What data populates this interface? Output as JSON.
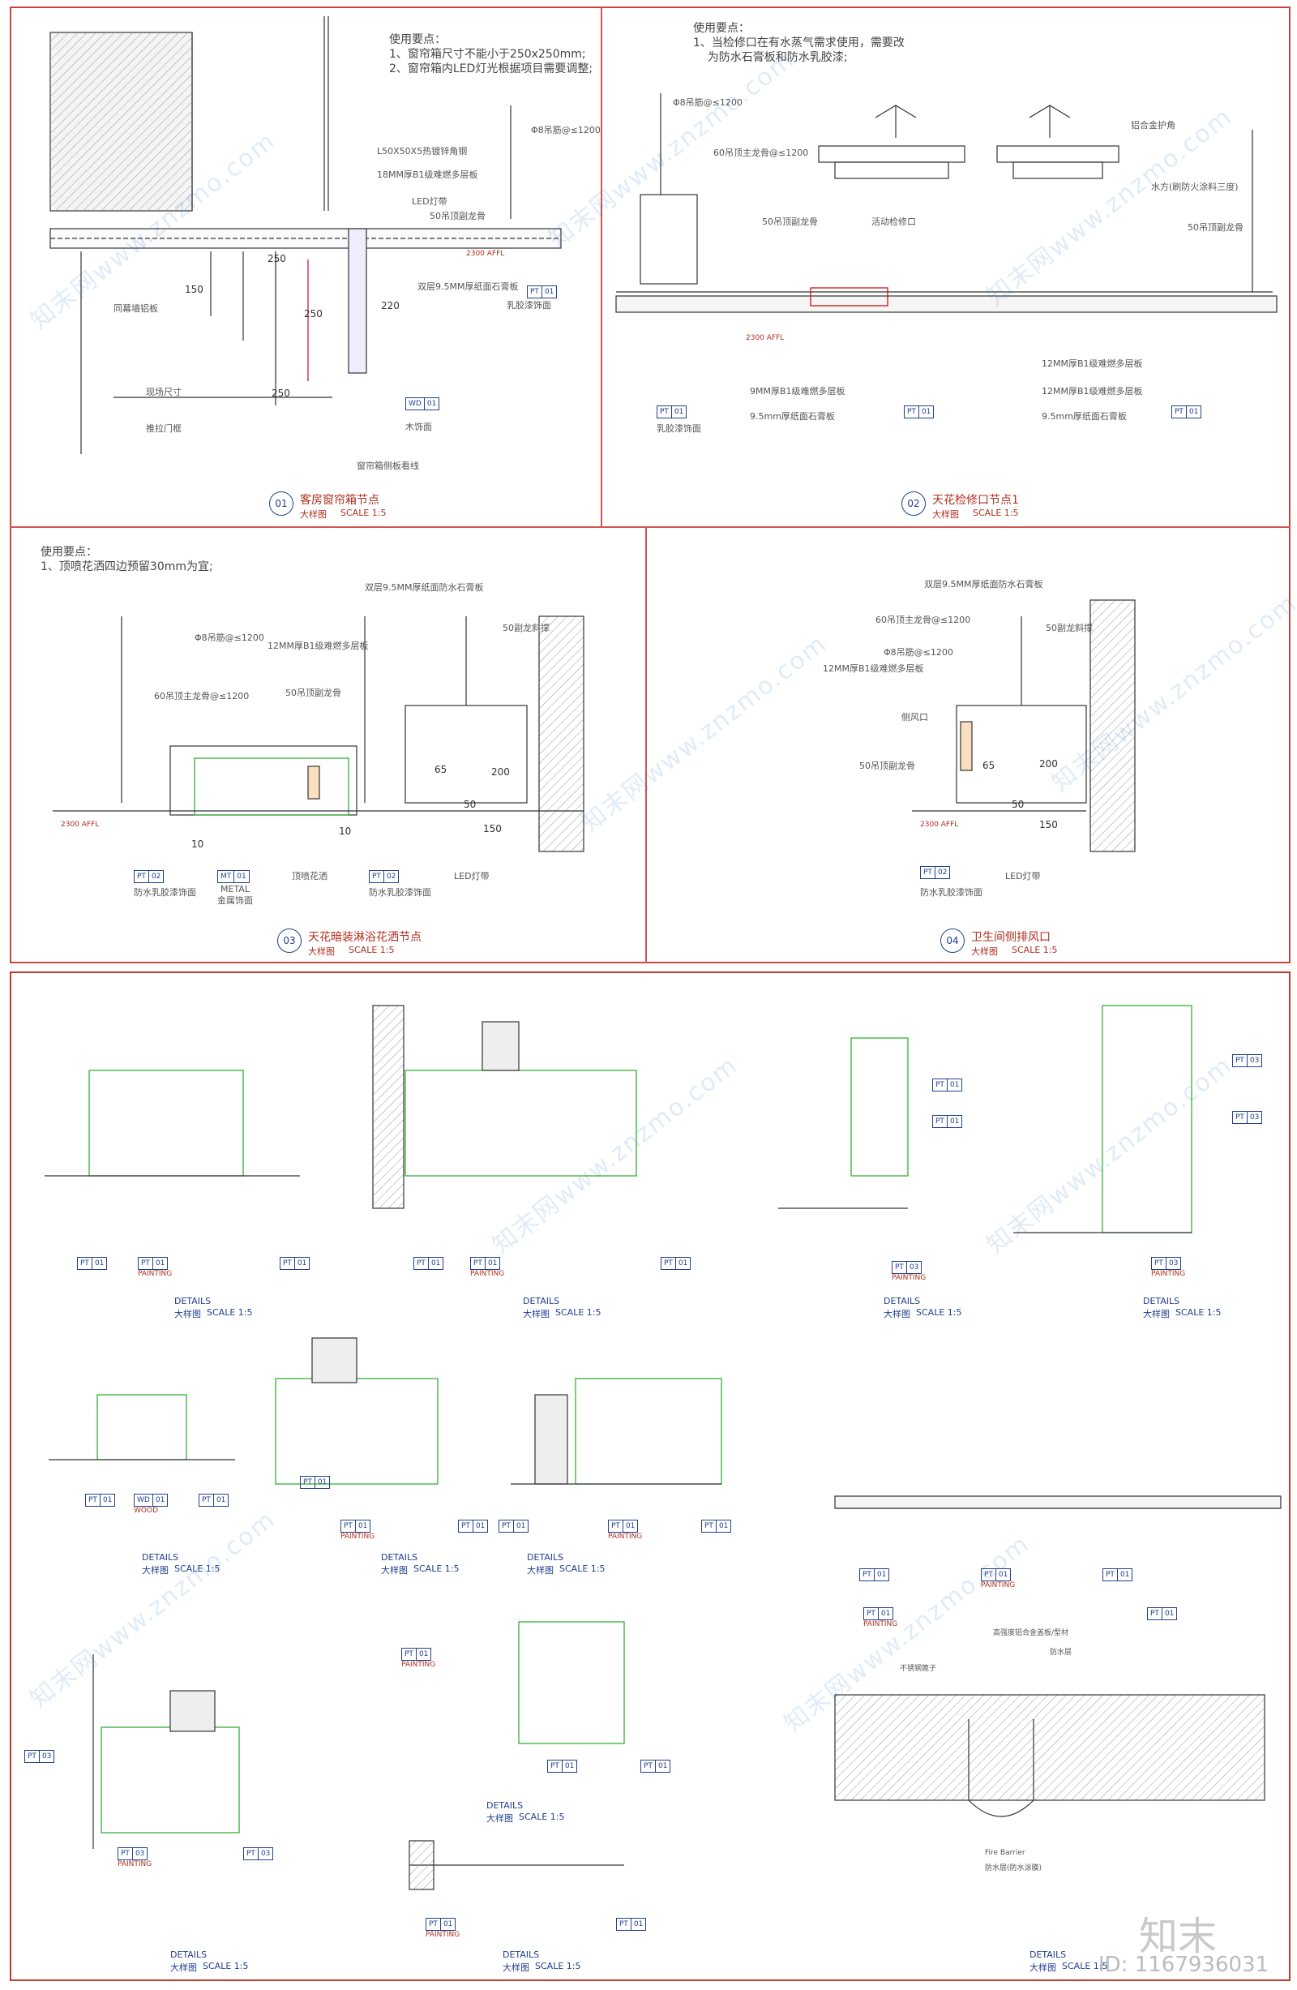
{
  "panel1": {
    "notes": [
      "使用要点：",
      "1、窗帘箱尺寸不能小于250x250mm;",
      "2、窗帘箱内LED灯光根据项目需要调整;"
    ],
    "labels": [
      "Φ8吊筋@≤1200",
      "L50X50X5热镀锌角钢",
      "18MM厚B1级难燃多层板",
      "LED灯带",
      "50吊顶副龙骨",
      "双层9.5MM厚纸面石膏板",
      "乳胶漆饰面",
      "同幕墙铝板",
      "现场尺寸",
      "推拉门框",
      "窗帘箱侧板看线",
      "木饰面"
    ],
    "dims": [
      "250",
      "250",
      "220",
      "150",
      "250",
      "2300 AFFL"
    ],
    "tags": [
      [
        "PT",
        "01"
      ],
      [
        "WD",
        "01"
      ]
    ],
    "number": "01",
    "title": "客房窗帘箱节点",
    "subtitle": "大样图",
    "scale": "SCALE 1:5"
  },
  "panel2": {
    "notes": [
      "使用要点：",
      "1、当检修口在有水蒸气需求使用，需要改",
      "    为防水石膏板和防水乳胶漆;"
    ],
    "labels": [
      "Φ8吊筋@≤1200",
      "60吊顶主龙骨@≤1200",
      "50吊顶副龙骨",
      "活动检修口",
      "铝合金护角",
      "水方(刷防火涂料三度)",
      "50吊顶副龙骨",
      "9MM厚B1级难燃多层板",
      "9.5mm厚纸面石膏板",
      "12MM厚B1级难燃多层板",
      "12MM厚B1级难燃多层板",
      "9.5mm厚纸面石膏板",
      "乳胶漆饰面"
    ],
    "dims": [
      "2300 AFFL"
    ],
    "tags": [
      [
        "PT",
        "01"
      ],
      [
        "PT",
        "01"
      ],
      [
        "PT",
        "01"
      ]
    ],
    "number": "02",
    "title": "天花检修口节点1",
    "subtitle": "大样图",
    "scale": "SCALE 1:5"
  },
  "panel3": {
    "notes": [
      "使用要点：",
      "1、顶喷花洒四边预留30mm为宜;"
    ],
    "labels": [
      "Φ8吊筋@≤1200",
      "60吊顶主龙骨@≤1200",
      "12MM厚B1级难燃多层板",
      "50吊顶副龙骨",
      "双层9.5MM厚纸面防水石膏板",
      "50副龙斜撑",
      "LED灯带",
      "顶喷花洒",
      "防水乳胶漆饰面",
      "METAL",
      "金属饰面"
    ],
    "dims": [
      "65",
      "200",
      "50",
      "150",
      "10",
      "10",
      "2300 AFFL"
    ],
    "tags": [
      [
        "PT",
        "02"
      ],
      [
        "MT",
        "01"
      ],
      [
        "PT",
        "02"
      ]
    ],
    "number": "03",
    "title": "天花暗装淋浴花洒节点",
    "subtitle": "大样图",
    "scale": "SCALE 1:5"
  },
  "panel4": {
    "labels": [
      "双层9.5MM厚纸面防水石膏板",
      "60吊顶主龙骨@≤1200",
      "Φ8吊筋@≤1200",
      "12MM厚B1级难燃多层板",
      "侧风口",
      "50吊顶副龙骨",
      "50副龙斜撑",
      "LED灯带",
      "防水乳胶漆饰面"
    ],
    "dims": [
      "65",
      "200",
      "50",
      "150",
      "2300 AFFL"
    ],
    "tags": [
      [
        "PT",
        "02"
      ]
    ],
    "number": "04",
    "title": "卫生间侧排风口",
    "subtitle": "大样图",
    "scale": "SCALE 1:5"
  },
  "details": {
    "title": "DETAILS",
    "subtitle": "大样图",
    "scale": "SCALE 1:5",
    "items": [
      {
        "tags": [
          [
            "PT",
            "01"
          ],
          [
            "PT",
            "01"
          ],
          [
            "PT",
            "01"
          ]
        ],
        "label": "PAINTING"
      },
      {
        "tags": [
          [
            "PT",
            "01"
          ],
          [
            "PT",
            "01"
          ],
          [
            "PT",
            "01"
          ]
        ],
        "label": "PAINTING"
      },
      {
        "tags": [
          [
            "PT",
            "01"
          ],
          [
            "PT",
            "01"
          ],
          [
            "PT",
            "03"
          ]
        ],
        "label": "PAINTING"
      },
      {
        "tags": [
          [
            "PT",
            "03"
          ],
          [
            "PT",
            "03"
          ],
          [
            "PT",
            "03"
          ]
        ],
        "label": "PAINTING"
      },
      {
        "tags": [
          [
            "PT",
            "01"
          ],
          [
            "WD",
            "01"
          ],
          [
            "PT",
            "01"
          ]
        ],
        "label": "WOOD"
      },
      {
        "tags": [
          [
            "PT",
            "01"
          ],
          [
            "PT",
            "01"
          ],
          [
            "PT",
            "01"
          ]
        ],
        "label": "PAINTING"
      },
      {
        "tags": [
          [
            "PT",
            "01"
          ],
          [
            "PT",
            "01"
          ],
          [
            "PT",
            "01"
          ]
        ],
        "label": "PAINTING"
      },
      {
        "tags": [
          [
            "PT",
            "01"
          ],
          [
            "PT",
            "01"
          ],
          [
            "PT",
            "01"
          ]
        ],
        "label": "PAINTING"
      },
      {
        "tags": [
          [
            "PT",
            "03"
          ],
          [
            "PT",
            "03"
          ],
          [
            "PT",
            "03"
          ]
        ],
        "label": "PAINTING"
      },
      {
        "tags": [
          [
            "PT",
            "01"
          ],
          [
            "PT",
            "01"
          ],
          [
            "PT",
            "01"
          ]
        ],
        "label": "PAINTING"
      },
      {
        "tags": [
          [
            "PT",
            "01"
          ],
          [
            "PT",
            "01"
          ]
        ],
        "label": "PAINTING"
      },
      {
        "tags": [
          [
            "PT",
            "01"
          ],
          [
            "PT",
            "01"
          ]
        ],
        "label": "PAINTING"
      }
    ],
    "drain_labels": [
      "高强度铝合金盖板/型材",
      "防水层",
      "不锈钢篦子",
      "Fire Barrier",
      "防水层(防水涂膜)"
    ]
  },
  "watermark": "知末网www.znzmo.com",
  "logo": "知末",
  "id": "ID: 1167936031"
}
